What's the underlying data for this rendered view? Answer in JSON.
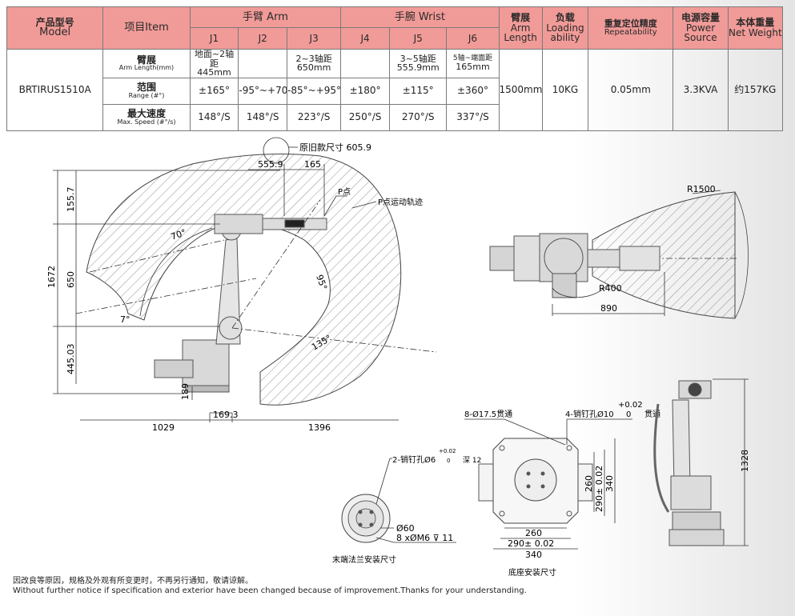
{
  "table": {
    "model_zh": "产品型号",
    "model_en": "Model",
    "item": "项目Item",
    "arm_group": "手臂 Arm",
    "wrist_group": "手腕 Wrist",
    "arm_length_zh": "臂展",
    "arm_length_en1": "Arm",
    "arm_length_en2": "Length",
    "load_zh": "负载",
    "load_en1": "Loading",
    "load_en2": "ability",
    "repeat_zh": "重复定位精度",
    "repeat_en": "Repeatability",
    "power_zh": "电源容量",
    "power_en1": "Power",
    "power_en2": "Source",
    "weight_zh": "本体重量",
    "weight_en": "Net Weight",
    "axes": [
      "J1",
      "J2",
      "J3",
      "J4",
      "J5",
      "J6"
    ],
    "model_value": "BRTIRUS1510A",
    "row_arm_zh": "臂展",
    "row_arm_en": "Arm Length(mm)",
    "row_range_zh": "范围",
    "row_range_en": "Range (#°)",
    "row_speed_zh": "最大速度",
    "row_speed_en": "Max. Speed (#°/s)",
    "arm_cells": [
      {
        "a": "地面~2轴距",
        "b": "445mm"
      },
      {
        "a": "",
        "b": ""
      },
      {
        "a": "2~3轴距",
        "b": "650mm"
      },
      {
        "a": "",
        "b": ""
      },
      {
        "a": "3~5轴距",
        "b": "555.9mm"
      },
      {
        "a": "5轴~端面距",
        "b": "165mm"
      }
    ],
    "ranges": [
      "±165°",
      "-95°~+70°",
      "-85°~+95°",
      "±180°",
      "±115°",
      "±360°"
    ],
    "speeds": [
      "148°/S",
      "148°/S",
      "223°/S",
      "250°/S",
      "270°/S",
      "337°/S"
    ],
    "arm_length_value": "1500mm",
    "load_value": "10KG",
    "repeat_value": "0.05mm",
    "power_value": "3.3KVA",
    "weight_value": "约157KG"
  },
  "side_view": {
    "old_size": "原旧款尺寸 605.9",
    "dim_5559": "555.9",
    "dim_165": "165",
    "p_point": "P点",
    "p_track": "P点运动轨迹",
    "dim_1672": "1672",
    "dim_1557": "155.7",
    "dim_650": "650",
    "dim_44503": "445.03",
    "dim_189": "189",
    "dim_1693": "169.3",
    "dim_1029": "1029",
    "dim_1396": "1396",
    "ang_70": "70°",
    "ang_95": "95°",
    "ang_7": "7°",
    "ang_135": "135°"
  },
  "top_view": {
    "r1500": "R1500",
    "r400": "R400",
    "dim_890": "890"
  },
  "flange": {
    "pin_label": "2-销钉孔Ø6",
    "pin_tol_up": "+0.02",
    "pin_tol_low": "0",
    "pin_depth": "深 12",
    "d60": "Ø60",
    "m6": "8 xØM6 ⊽ 11",
    "caption": "末端法兰安装尺寸"
  },
  "base": {
    "holes": "8-Ø17.5贯通",
    "pins": "4-销钉孔Ø10",
    "pin_tol_up": "+0.02",
    "pin_tol_low": "0",
    "through": "贯通",
    "dim_260_v": "260",
    "dim_290_v": "290± 0.02",
    "dim_340_v": "340",
    "dim_260_h": "260",
    "dim_290_h": "290± 0.02",
    "dim_340_h": "340",
    "caption": "底座安装尺寸"
  },
  "front_view": {
    "dim_1328": "1328"
  },
  "notice": {
    "zh": "因改良等原因，规格及外观有所变更时，不再另行通知，敬请谅解。",
    "en": "Without further notice if specification and exterior have been changed because of improvement.Thanks for your understanding."
  }
}
